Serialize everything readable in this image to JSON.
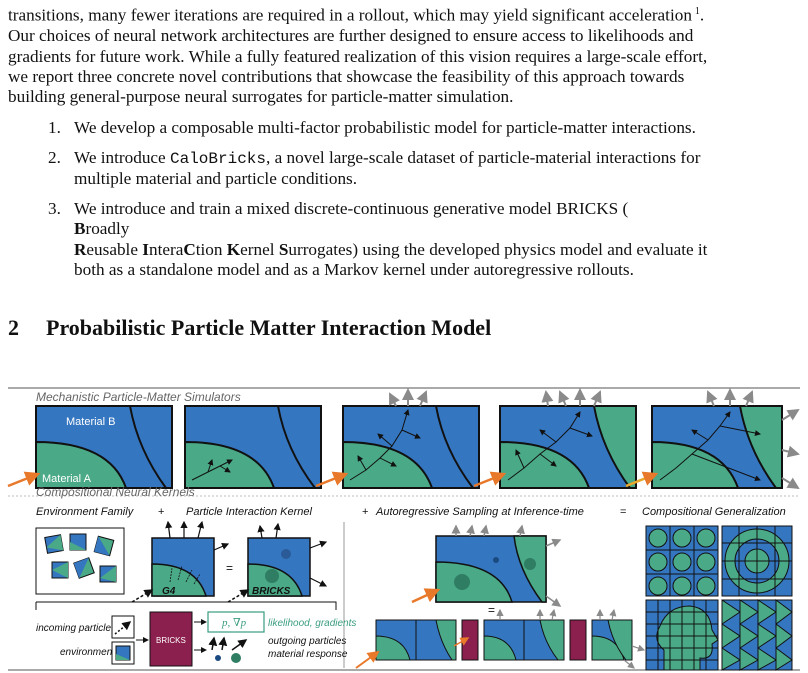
{
  "paragraph": {
    "lines": [
      "transitions, many fewer iterations are required in a rollout, which may yield significant acceleration",
      "Our choices of neural network architectures are further designed to ensure access to likelihoods and",
      "gradients for future work. While a fully featured realization of this vision requires a large-scale effort,",
      "we report three concrete novel contributions that showcase the feasibility of this approach towards",
      "building general-purpose neural surrogates for particle-matter simulation."
    ],
    "footnote_marker": "1",
    "line1_end": "."
  },
  "contributions": [
    {
      "num": "1.",
      "line1": "We develop a composable multi-factor probabilistic model for particle-matter interactions."
    },
    {
      "num": "2.",
      "pre": "We introduce ",
      "code": "CaloBricks",
      "post": ", a novel large-scale dataset of particle-material interactions for",
      "line2": "multiple material and particle conditions."
    },
    {
      "num": "3.",
      "line1_a": "We introduce and train a mixed discrete-continuous generative model BRICKS (",
      "b1": "B",
      "t1": "roadly",
      "b2": "R",
      "t2": "eusable ",
      "b3": "I",
      "t3": "ntera",
      "b4": "C",
      "t4": "tion ",
      "b5": "K",
      "t5": "ernel ",
      "b6": "S",
      "t6": "urrogates) using the developed physics model and evaluate it",
      "line3": "both as a standalone model and as a Markov kernel under autoregressive rollouts."
    }
  ],
  "section": {
    "number": "2",
    "title": "Probabilistic Particle Matter Interaction Model"
  },
  "figure": {
    "top_title": "Mechanistic Particle-Matter Simulators",
    "material_b": "Material B",
    "material_a": "Material A",
    "bottom_title": "Compositional Neural Kernels",
    "env_family": "Environment Family",
    "plus": "+",
    "particle_kernel": "Particle Interaction Kernel",
    "autoregressive": "Autoregressive Sampling at Inference-time",
    "equals": "=",
    "compositional": "Compositional Generalization",
    "g4": "G4",
    "bricks_italic": "BRICKS",
    "incoming_particle": "incoming particle",
    "environment": "environment",
    "bricks_box": "BRICKS",
    "p_grad": "p, ∇p",
    "likelihood": "likelihood, gradients",
    "outgoing": "outgoing particles",
    "material_response": "material response"
  },
  "colors": {
    "blue": "#3576c0",
    "green": "#4aaa88",
    "maroon": "#8b1f4e",
    "orange": "#e8782a",
    "gray": "#8a8a8a"
  }
}
